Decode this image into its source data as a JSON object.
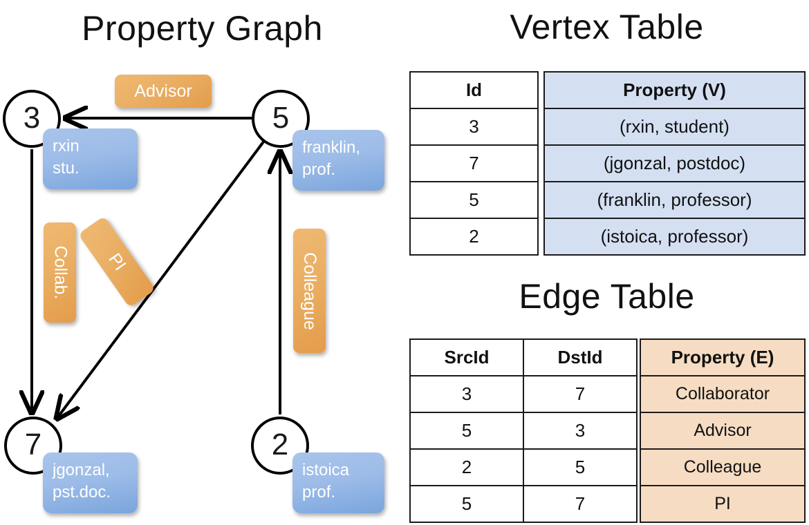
{
  "panels": {
    "graph_title": "Property Graph",
    "vertex_title": "Vertex Table",
    "edge_title": "Edge Table"
  },
  "graph": {
    "nodes": [
      {
        "id": "3",
        "name": "rxin",
        "role": "stu."
      },
      {
        "id": "5",
        "name": "franklin,",
        "role": "prof."
      },
      {
        "id": "7",
        "name": "jgonzal,",
        "role": "pst.doc."
      },
      {
        "id": "2",
        "name": "istoica",
        "role": "prof."
      }
    ],
    "edge_labels": {
      "advisor": "Advisor",
      "collab": "Collab.",
      "pi": "PI",
      "colleague": "Colleague"
    }
  },
  "vertex_table": {
    "headers": [
      "Id",
      "Property (V)"
    ],
    "rows": [
      {
        "id": "3",
        "property": "(rxin, student)"
      },
      {
        "id": "7",
        "property": "(jgonzal, postdoc)"
      },
      {
        "id": "5",
        "property": "(franklin, professor)"
      },
      {
        "id": "2",
        "property": "(istoica, professor)"
      }
    ]
  },
  "edge_table": {
    "headers": [
      "SrcId",
      "DstId",
      "Property (E)"
    ],
    "rows": [
      {
        "src": "3",
        "dst": "7",
        "property": "Collaborator"
      },
      {
        "src": "5",
        "dst": "3",
        "property": "Advisor"
      },
      {
        "src": "2",
        "dst": "5",
        "property": "Colleague"
      },
      {
        "src": "5",
        "dst": "7",
        "property": "PI"
      }
    ]
  },
  "colors": {
    "vertex_property_fill": "#d4e0f2",
    "edge_property_fill": "#f6dcc2",
    "node_box_blue": "#9dbce8",
    "edge_label_orange": "#eab066",
    "stroke": "#000000"
  }
}
